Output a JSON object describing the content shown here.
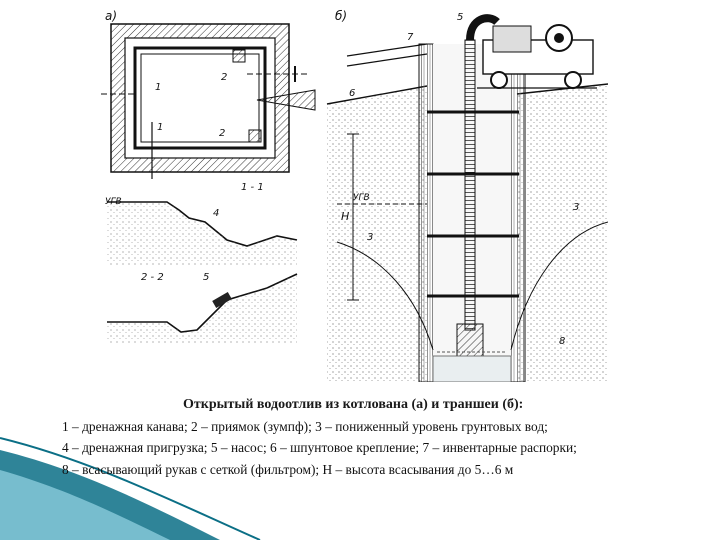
{
  "figure": {
    "panel_labels": {
      "plan": "а)",
      "trench": "б)"
    },
    "section_labels": {
      "s11": "1 - 1",
      "s22": "2 - 2"
    },
    "ugv_label": "УГВ",
    "height_label": "Н",
    "callouts": [
      "1",
      "2",
      "3",
      "4",
      "5",
      "6",
      "7",
      "8"
    ]
  },
  "caption": {
    "title": "Открытый водоотлив из котлована (а) и траншеи (б):",
    "legend_lines": [
      "1 – дренажная канава; 2 – приямок (зумпф); 3 – пониженный уровень грунтовых вод;",
      "4 – дренажная пригрузка; 5 – насос; 6 – шпунтовое крепление; 7 – инвентарные распорки;",
      "8 – всасывающий рукав с сеткой (фильтром); Н – высота всасывания до 5…6 м"
    ]
  },
  "colors": {
    "ink": "#1e1e1e",
    "accent_teal": "#0b6f86",
    "accent_light": "#7fc3d4"
  }
}
